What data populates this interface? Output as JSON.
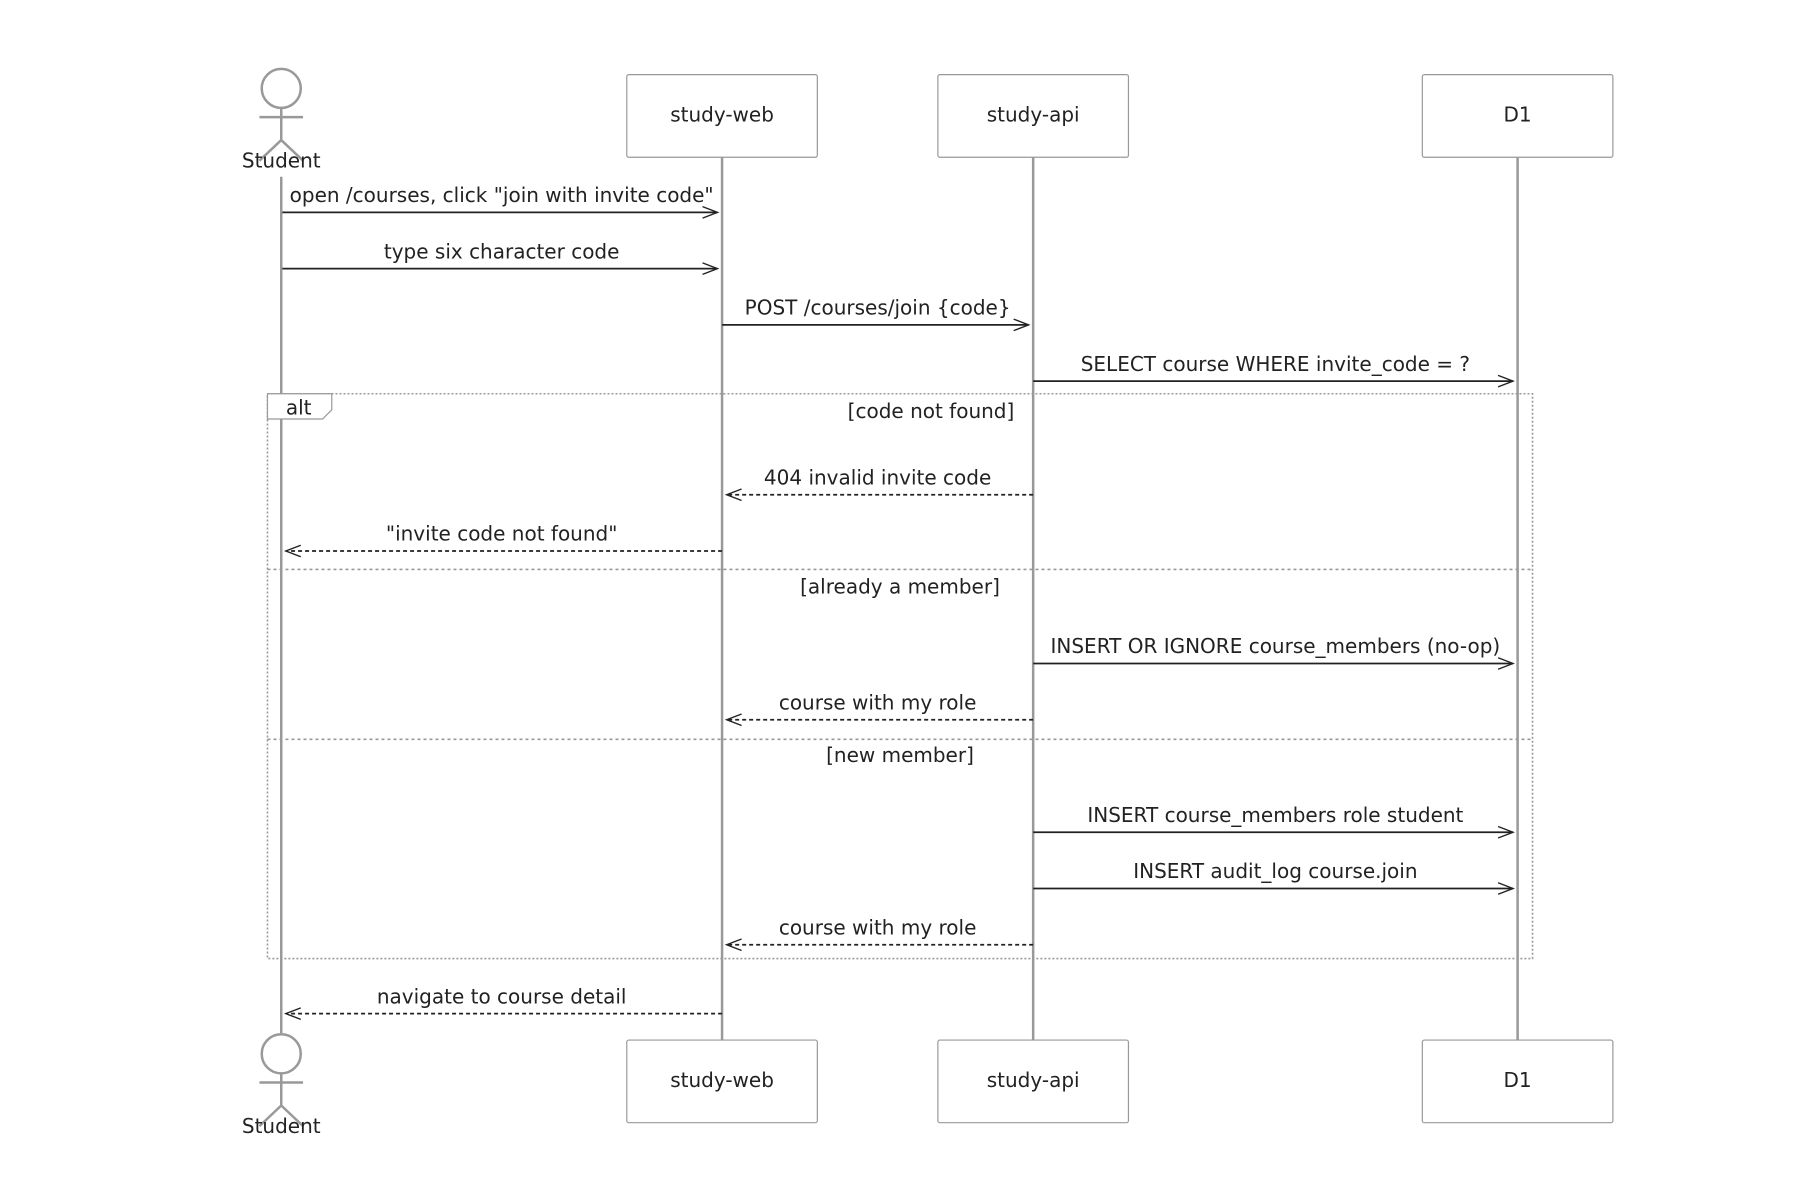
{
  "participants": [
    {
      "id": "student",
      "label": "Student",
      "kind": "actor"
    },
    {
      "id": "web",
      "label": "study-web",
      "kind": "box"
    },
    {
      "id": "api",
      "label": "study-api",
      "kind": "box"
    },
    {
      "id": "db",
      "label": "D1",
      "kind": "box"
    }
  ],
  "messages": [
    {
      "from": "student",
      "to": "web",
      "text": "open /courses, click \"join with invite code\"",
      "style": "solid"
    },
    {
      "from": "student",
      "to": "web",
      "text": "type six character code",
      "style": "solid"
    },
    {
      "from": "web",
      "to": "api",
      "text": "POST /courses/join {code}",
      "style": "solid"
    },
    {
      "from": "api",
      "to": "db",
      "text": "SELECT course WHERE invite_code = ?",
      "style": "solid"
    },
    {
      "from": "api",
      "to": "web",
      "text": "404 invalid invite code",
      "style": "dashed"
    },
    {
      "from": "web",
      "to": "student",
      "text": "\"invite code not found\"",
      "style": "dashed"
    },
    {
      "from": "api",
      "to": "db",
      "text": "INSERT OR IGNORE course_members (no-op)",
      "style": "solid"
    },
    {
      "from": "api",
      "to": "web",
      "text": "course with my role",
      "style": "dashed"
    },
    {
      "from": "api",
      "to": "db",
      "text": "INSERT course_members role student",
      "style": "solid"
    },
    {
      "from": "api",
      "to": "db",
      "text": "INSERT audit_log course.join",
      "style": "solid"
    },
    {
      "from": "api",
      "to": "web",
      "text": "course with my role",
      "style": "dashed"
    },
    {
      "from": "web",
      "to": "student",
      "text": "navigate to course detail",
      "style": "dashed"
    }
  ],
  "alt_frame": {
    "tag": "alt",
    "sections": [
      {
        "guard": "[code not found]"
      },
      {
        "guard": "[already a member]"
      },
      {
        "guard": "[new member]"
      }
    ]
  },
  "colors": {
    "line": "#999999",
    "text": "#222222",
    "background": "#ffffff"
  }
}
